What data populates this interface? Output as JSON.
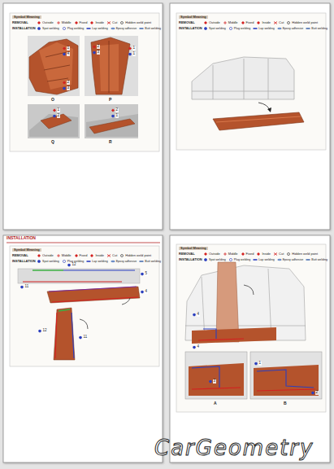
{
  "diagram": {
    "labels": [
      "Symbol Meaning",
      "REMOVAL",
      "INSTALLATION",
      "Symbol Meaning",
      "REMOVAL",
      "INSTALLATION",
      "Symbol Meaning",
      "REMOVAL",
      "INSTALLATION",
      "Symbol Meaning",
      "REMOVAL",
      "INSTALLATION",
      "INSTALLATION",
      "O",
      "P",
      "Q",
      "R",
      "1",
      "4",
      "2",
      "3",
      "2",
      "3",
      "1",
      "1",
      "1",
      "2",
      "2",
      "1",
      "12",
      "5",
      "11",
      "4",
      "12",
      "11",
      "A",
      "B",
      "4",
      "4",
      "3",
      "2",
      "1",
      "CarGeometry"
    ],
    "legend": [
      {
        "text": "Outside"
      },
      {
        "text": "Middle"
      },
      {
        "text": "Fixed"
      },
      {
        "text": "Inside"
      },
      {
        "text": "Cut"
      },
      {
        "text": "Hidden weld point"
      },
      {
        "text": "Spot welding"
      },
      {
        "text": "Plug welding"
      },
      {
        "text": "Lap welding"
      },
      {
        "text": "Epoxy adhesive"
      },
      {
        "text": "Butt welding"
      },
      {
        "text": "Outside"
      },
      {
        "text": "Middle"
      },
      {
        "text": "Fixed"
      },
      {
        "text": "Inside"
      },
      {
        "text": "Cut"
      },
      {
        "text": "Hidden weld point"
      },
      {
        "text": "Spot welding"
      },
      {
        "text": "Plug welding"
      },
      {
        "text": "Lap welding"
      },
      {
        "text": "Epoxy adhesive"
      },
      {
        "text": "Butt welding"
      },
      {
        "text": "Outside"
      },
      {
        "text": "Middle"
      },
      {
        "text": "Fixed"
      },
      {
        "text": "Inside"
      },
      {
        "text": "Cut"
      },
      {
        "text": "Hidden weld point"
      },
      {
        "text": "Spot welding"
      },
      {
        "text": "Plug welding"
      },
      {
        "text": "Lap welding"
      },
      {
        "text": "Epoxy adhesive"
      },
      {
        "text": "Butt welding"
      },
      {
        "text": "Outside"
      },
      {
        "text": "Middle"
      },
      {
        "text": "Fixed"
      },
      {
        "text": "Inside"
      },
      {
        "text": "Cut"
      },
      {
        "text": "Hidden weld point"
      },
      {
        "text": "Spot welding"
      },
      {
        "text": "Plug welding"
      },
      {
        "text": "Lap welding"
      },
      {
        "text": "Epoxy adhesive"
      },
      {
        "text": "Butt welding"
      }
    ]
  }
}
